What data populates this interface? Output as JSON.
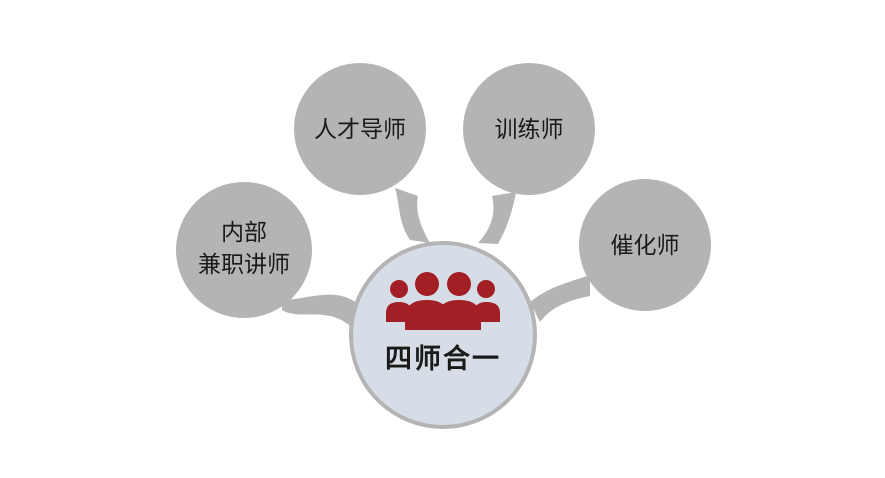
{
  "diagram": {
    "center": {
      "label": "四师合一",
      "icon": "people-group-icon"
    },
    "nodes": [
      {
        "id": "internal-part-time-lecturer",
        "lines": [
          "内部",
          "兼职讲师"
        ]
      },
      {
        "id": "talent-mentor",
        "lines": [
          "人才导师"
        ]
      },
      {
        "id": "trainer",
        "lines": [
          "训练师"
        ]
      },
      {
        "id": "facilitator",
        "lines": [
          "催化师"
        ]
      }
    ],
    "colors": {
      "bubble": "#b4b4b4",
      "center_fill": "#d7dde6",
      "center_stroke": "#b4b4b4",
      "icon": "#a21f25",
      "text": "#1a1a1a"
    }
  }
}
